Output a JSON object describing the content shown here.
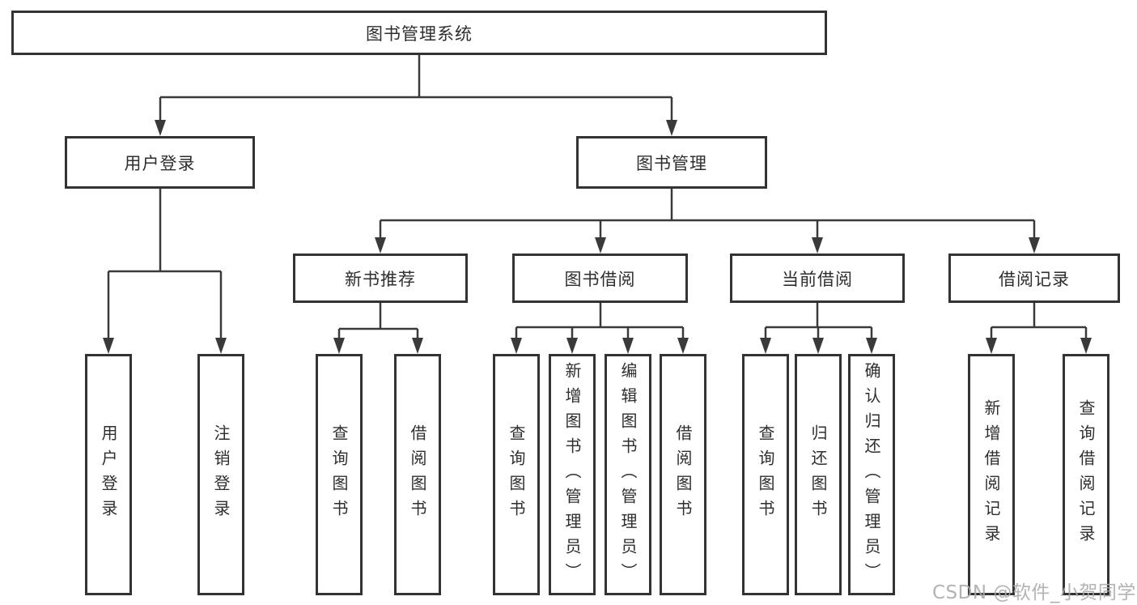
{
  "diagram_title": "图书管理系统",
  "tree": {
    "label": "图书管理系统",
    "children": [
      {
        "label": "用户登录",
        "children": [
          {
            "label": "用户登录"
          },
          {
            "label": "注销登录"
          }
        ]
      },
      {
        "label": "图书管理",
        "children": [
          {
            "label": "新书推荐",
            "children": [
              {
                "label": "查询图书"
              },
              {
                "label": "借阅图书"
              }
            ]
          },
          {
            "label": "图书借阅",
            "children": [
              {
                "label": "查询图书"
              },
              {
                "label": "新增图书（管理员）"
              },
              {
                "label": "编辑图书（管理员）"
              },
              {
                "label": "借阅图书"
              }
            ]
          },
          {
            "label": "当前借阅",
            "children": [
              {
                "label": "查询图书"
              },
              {
                "label": "归还图书"
              },
              {
                "label": "确认归还（管理员）"
              }
            ]
          },
          {
            "label": "借阅记录",
            "children": [
              {
                "label": "新增借阅记录"
              },
              {
                "label": "查询借阅记录"
              }
            ]
          }
        ]
      }
    ]
  },
  "watermark": {
    "text": "CSDN @软件_小贺同学"
  },
  "colors": {
    "line": "#3a3a3a",
    "border": "#333333",
    "text": "#2e2e2e",
    "background": "#ffffff",
    "watermark": "#a9a9a9"
  }
}
